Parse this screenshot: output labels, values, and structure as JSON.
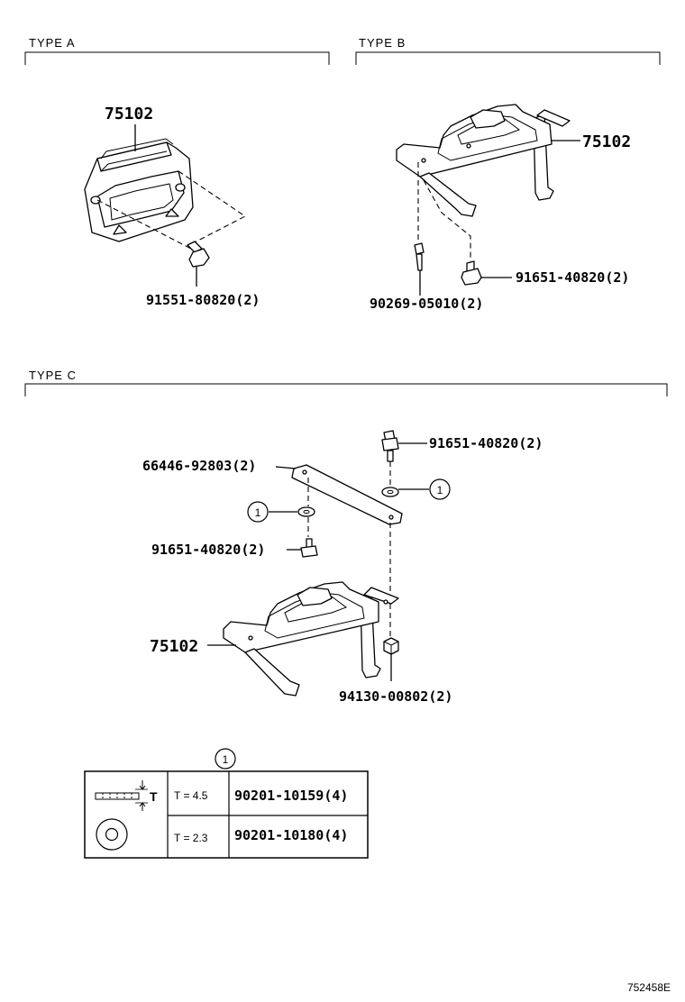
{
  "type_a": {
    "label": "TYPE  A",
    "bracket_part": "75102",
    "bolt_part": "91551-80820(2)"
  },
  "type_b": {
    "label": "TYPE  B",
    "bracket_part": "75102",
    "bolt_part": "91651-40820(2)",
    "stud_part": "90269-05010(2)"
  },
  "type_c": {
    "label": "TYPE  C",
    "bolt_top_part": "91651-40820(2)",
    "strap_part": "66446-92803(2)",
    "washer_callout_right": "1",
    "washer_callout_left": "1",
    "bolt_left_part": "91651-40820(2)",
    "bracket_part": "75102",
    "nut_part": "94130-00802(2)"
  },
  "washer_table": {
    "callout": "1",
    "t_symbol": "T",
    "rows": [
      {
        "thickness": "T = 4.5",
        "part": "90201-10159(4)"
      },
      {
        "thickness": "T = 2.3",
        "part": "90201-10180(4)"
      }
    ]
  },
  "illustration_id": "752458E"
}
